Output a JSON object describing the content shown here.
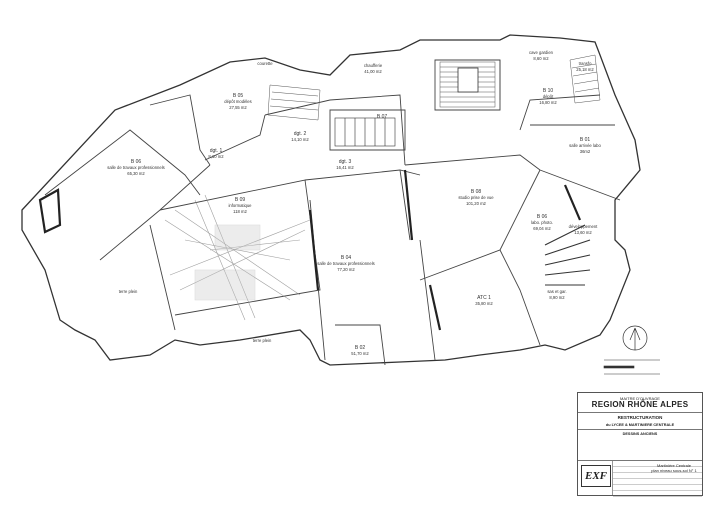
{
  "rooms": [
    {
      "id": "r1",
      "code": "B 06",
      "name": "salle de travaux professionnels",
      "area": "65,30 m2"
    },
    {
      "id": "r2",
      "code": "B 05",
      "name": "dépôt modèles",
      "area": "27,55 m2"
    },
    {
      "id": "r3",
      "code": "dgt. 1",
      "name": "",
      "area": "8,10 m2"
    },
    {
      "id": "r4",
      "code": "dgt. 2",
      "name": "",
      "area": "14,10 m2"
    },
    {
      "id": "r5",
      "code": "B 09",
      "name": "informatique",
      "area": "118 m2"
    },
    {
      "id": "r6",
      "code": "dgt. 3",
      "name": "",
      "area": "16,41 m2"
    },
    {
      "id": "r7",
      "code": "B 04",
      "name": "salle de travaux professionnels",
      "area": "77,20 m2"
    },
    {
      "id": "r8",
      "code": "B 08",
      "name": "studio prise de vue",
      "area": "101,20 m2"
    },
    {
      "id": "r9",
      "code": "B 07",
      "name": "",
      "area": ""
    },
    {
      "id": "r10",
      "code": "B 06",
      "name": "labo. photo.",
      "area": "69,04 m2"
    },
    {
      "id": "r11",
      "code": "ATC 1",
      "name": "",
      "area": "35,80 m2"
    },
    {
      "id": "r12",
      "code": "B 01",
      "name": "salle arrivée labo",
      "area": "36m2"
    },
    {
      "id": "r13",
      "code": "B 10",
      "name": "dépôt",
      "area": "16,80 m2"
    },
    {
      "id": "r14",
      "code": "",
      "name": "cave gardien",
      "area": "8,60 m2"
    },
    {
      "id": "r15",
      "code": "",
      "name": "chaufferie",
      "area": "41,00 m2"
    },
    {
      "id": "r16",
      "code": "",
      "name": "transfo",
      "area": "25,18 m2"
    },
    {
      "id": "r17",
      "code": "",
      "name": "sas et gar.",
      "area": "8,90 m2"
    },
    {
      "id": "r18",
      "code": "",
      "name": "développement",
      "area": "13,60 m2"
    },
    {
      "id": "r19",
      "code": "B 02",
      "name": "",
      "area": "51,70 m2"
    }
  ],
  "annotations": {
    "terre_plein_1": "terre plein",
    "terre_plein_2": "terre plein",
    "courette": "courette"
  },
  "cartouche": {
    "client_label": "MAITRE D'OUVRAGE",
    "client": "REGION RHÔNE ALPES",
    "project_title": "RESTRUCTURATION",
    "project_subtitle": "du LYCEE & MARTINIERE CENTRALE",
    "section_label": "DESSINS ANCIENS",
    "sheet_name": "Martinière Centrale",
    "sheet_plan": "plan niveau sous-sol N° 1"
  },
  "colors": {
    "wall": "#333333",
    "line": "#555555",
    "hatch": "#888888"
  }
}
